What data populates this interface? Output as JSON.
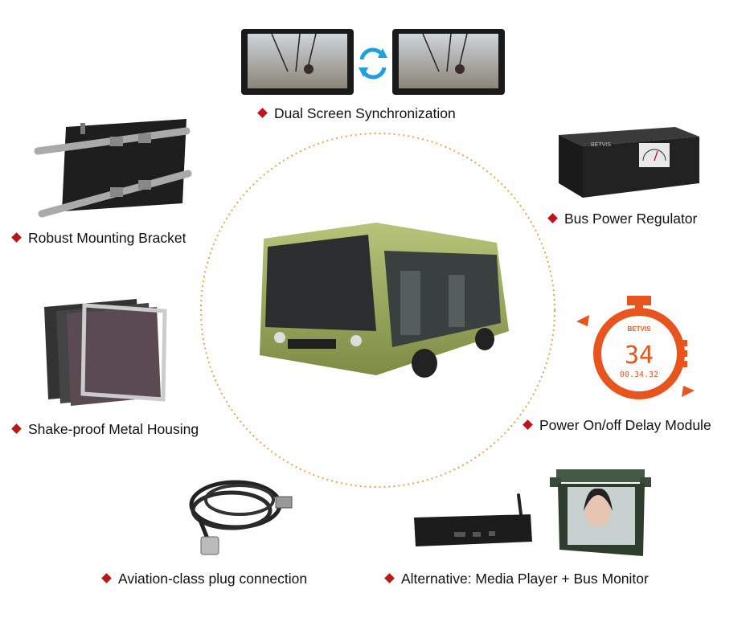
{
  "features": {
    "dual_screen": "Dual Screen Synchronization",
    "mounting": "Robust Mounting Bracket",
    "regulator": "Bus Power Regulator",
    "housing": "Shake-proof Metal Housing",
    "delay": "Power On/off Delay Module",
    "plug": "Aviation-class plug  connection",
    "alternative": "Alternative:  Media Player + Bus Monitor"
  },
  "timer": {
    "brand": "BETVIS",
    "big_number": "34",
    "time": "00.34.32"
  },
  "regulator_brand": "BETVIS",
  "colors": {
    "bullet": "#c0141b",
    "accent_orange": "#e8541e",
    "circle_dots": "#f0a050",
    "bus_green": "#9aa95a"
  }
}
